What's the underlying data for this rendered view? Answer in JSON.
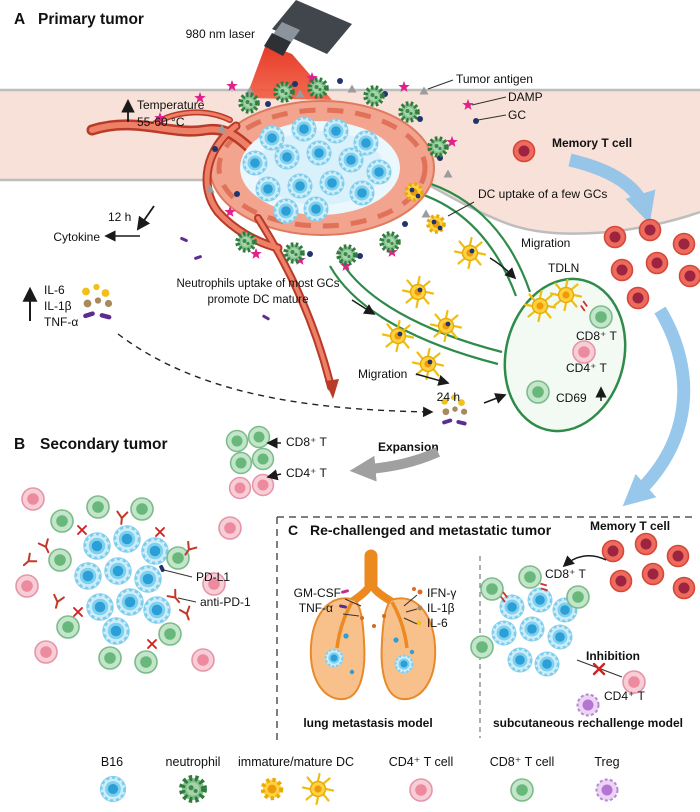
{
  "figure": {
    "panel_a": {
      "letter": "A",
      "title": "Primary tumor",
      "laser_label": "980 nm laser",
      "temperature_label": "Temperature",
      "temperature_value": "55-60 °C",
      "tumor_antigen_label": "Tumor antigen",
      "damp_label": "DAMP",
      "gc_label": "GC",
      "memory_t_label": "Memory T cell",
      "dc_uptake_label": "DC uptake of a few GCs",
      "migration_upper_label": "Migration",
      "migration_lower_label": "Migration",
      "tdln_label": "TDLN",
      "time_12h": "12 h",
      "cytokine_label": "Cytokine",
      "il6_label": "IL-6",
      "il1b_label": "IL-1β",
      "tnfa_label": "TNF-α",
      "neutrophil_uptake_line1": "Neutrophils uptake of most GCs",
      "neutrophil_uptake_line2": "promote DC mature",
      "cd8_label": "CD8⁺ T",
      "cd4_label": "CD4⁺ T",
      "cd69_label": "CD69",
      "time_24h": "24 h"
    },
    "panel_b": {
      "letter": "B",
      "title": "Secondary tumor",
      "cd8_label": "CD8⁺ T",
      "cd4_label": "CD4⁺ T",
      "expansion_label": "Expansion",
      "pdl1_label": "PD-L1",
      "anti_pd1_label": "anti-PD-1"
    },
    "panel_c": {
      "letter": "C",
      "title": "Re-challenged and metastatic tumor",
      "memory_t_label": "Memory T cell",
      "gmcsf_label": "GM-CSF",
      "tnfa_label": "TNF-α",
      "ifng_label": "IFN-γ",
      "il1b_label": "IL-1β",
      "il6_label": "IL-6",
      "lung_model_label": "lung metastasis model",
      "cd8_label": "CD8⁺ T",
      "inhibition_label": "Inhibition",
      "cd4_label": "CD4⁺ T",
      "subcutaneous_model_label": "subcutaneous rechallenge model"
    },
    "legend": {
      "b16": "B16",
      "neutrophil": "neutrophil",
      "dc": "immature/mature DC",
      "cd4": "CD4⁺ T cell",
      "cd8": "CD8⁺ T cell",
      "treg": "Treg"
    },
    "colors": {
      "b16_cell": "#2b9fd6",
      "neutrophil": "#2f7a3d",
      "dendritic_cell": "#f2c019",
      "cd4_t_cell": "#ec8ba0",
      "cd8_t_cell": "#69b87b",
      "treg_cell": "#b476d2",
      "memory_t_cell": "#ee6a5c",
      "vessel": "#b83a28",
      "lymph_vessel": "#2e8b4a",
      "skin": "#f7e1d8",
      "laser_beam": "#e52f1d",
      "flow_arrow": "#8fc3ea",
      "lung": "#ec8a1f"
    }
  }
}
